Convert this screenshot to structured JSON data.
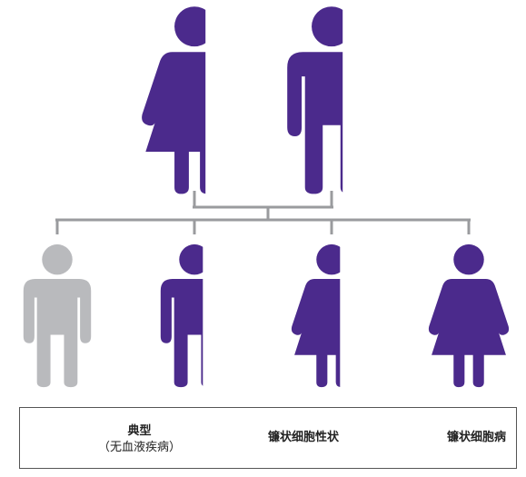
{
  "colors": {
    "unaffected": "#b9babd",
    "affected": "#4b2a8c",
    "connector": "#9a9b9e",
    "legend_border": "#555555",
    "text": "#222222"
  },
  "parents": [
    {
      "sex": "female",
      "status": "carrier"
    },
    {
      "sex": "male",
      "status": "carrier"
    }
  ],
  "children": [
    {
      "sex": "male",
      "status": "typical"
    },
    {
      "sex": "male",
      "status": "carrier"
    },
    {
      "sex": "female",
      "status": "carrier"
    },
    {
      "sex": "female",
      "status": "sickle-cell-disease"
    }
  ],
  "legend": [
    {
      "status": "typical",
      "label_line1": "典型",
      "label_line2": "（无血液疾病）"
    },
    {
      "status": "carrier",
      "label_line1": "镰状细胞性状"
    },
    {
      "status": "sickle-cell-disease",
      "label_line1": "镰状细胞病"
    }
  ],
  "icons": {
    "female": "woman-figure-icon",
    "male": "man-figure-icon"
  }
}
